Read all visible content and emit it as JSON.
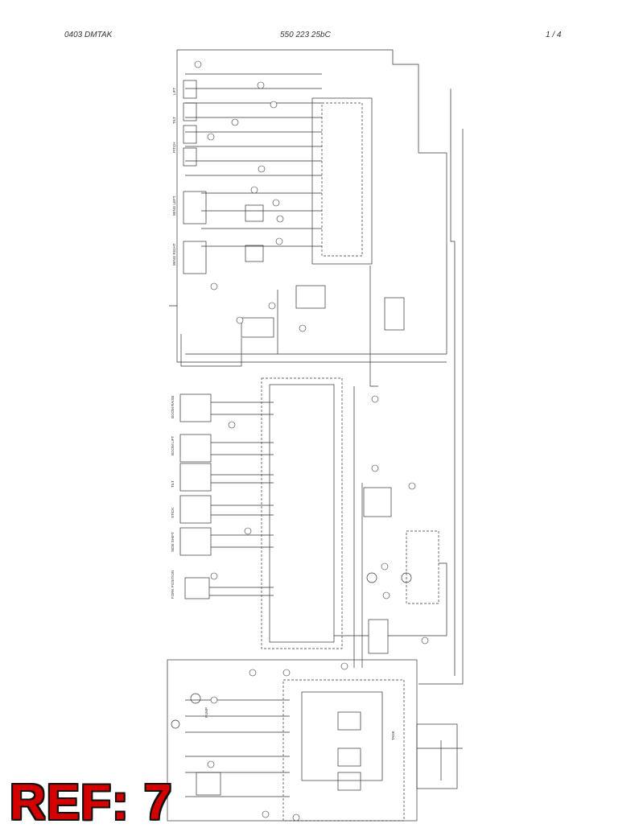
{
  "header": {
    "left": "0403 DMTAK",
    "center": "550 223 25bC",
    "right": "1 /   4"
  },
  "stamp": {
    "text": "REF: 7",
    "color": "#d40000"
  },
  "diagram": {
    "type": "hydraulic-schematic",
    "line_color": "#333333",
    "valve_bank_labels": [
      "LIFT",
      "TILT",
      "PITCH",
      "WING LEFT",
      "WING RIGHT"
    ],
    "cylinder_labels": [
      "BOOM RAISE",
      "BOOM LIFT",
      "TILT",
      "STICK",
      "SIDE SHIFT",
      "FORK POSITION"
    ],
    "pump_label": "PUMP",
    "tank_label": "TANK"
  }
}
